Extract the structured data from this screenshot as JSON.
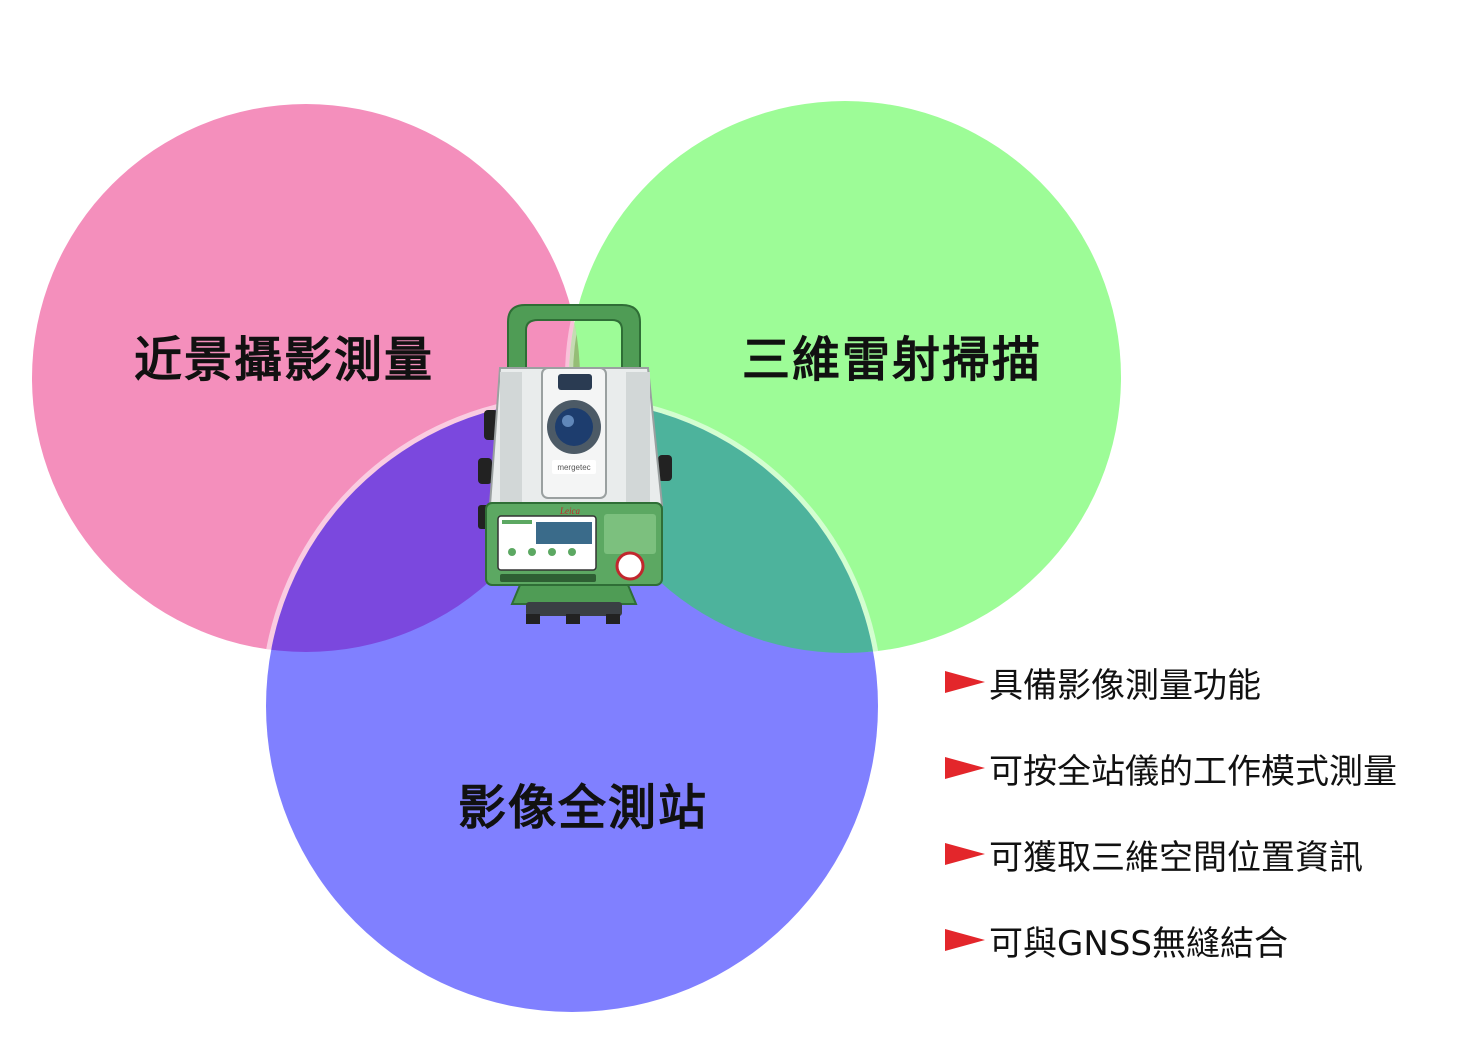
{
  "circles": {
    "photogrammetry": {
      "label": "近景攝影測量",
      "color": "#f48fbc"
    },
    "laser_scanning": {
      "label": "三維雷射掃描",
      "color": "#9dfc97"
    },
    "image_total_station": {
      "label": "影像全測站",
      "color": "#8080ff"
    }
  },
  "overlap_colors": {
    "pink_green": "#95bd76",
    "pink_blue": "#7b48de",
    "green_blue": "#4db39c"
  },
  "features": [
    {
      "text": "具備影像測量功能"
    },
    {
      "text": "可按全站儀的工作模式測量"
    },
    {
      "text": "可獲取三維空間位置資訊"
    },
    {
      "text": "可與GNSS無縫結合"
    }
  ],
  "device": {
    "brand": "Leica",
    "sub_brand": "mergetec"
  },
  "bullet_color": "#e3262b"
}
